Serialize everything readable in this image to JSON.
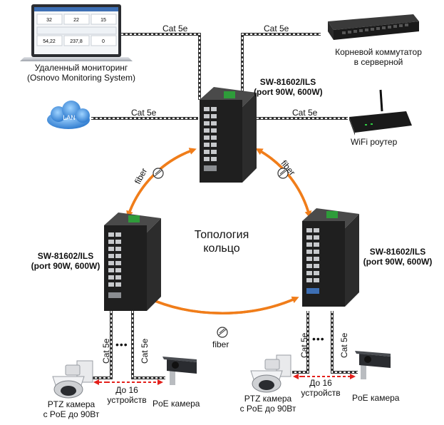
{
  "labels": {
    "cable": "Cat 5e",
    "fiber": "fiber",
    "lan": "LAN",
    "dots": "•••",
    "monitoring_line1": "Удаленный мониторинг",
    "monitoring_line2": "(Osnovo Monitoring System)",
    "core_switch_line1": "Корневой коммутатор",
    "core_switch_line2": "в серверной",
    "wifi_router": "WiFi роутер",
    "switch_model": "SW-81602/ILS",
    "switch_spec": "(port 90W, 600W)",
    "topology_line1": "Топология",
    "topology_line2": "кольцо",
    "ptz_line1": "PTZ камера",
    "ptz_line2": "с PoE до 90Вт",
    "poe_camera": "PoE камера",
    "upto_line1": "До 16",
    "upto_line2": "устройств"
  },
  "dashboard": {
    "cells": [
      "32",
      "22",
      "15",
      "54,22",
      "237,8",
      "0"
    ]
  },
  "colors": {
    "fiber_ring": "#f07d1a",
    "dashed_arrow": "#e3201b",
    "switch_body": "#1f1f1f",
    "switch_terminal": "#2e9c3a",
    "cloud": "#2f8de0"
  }
}
